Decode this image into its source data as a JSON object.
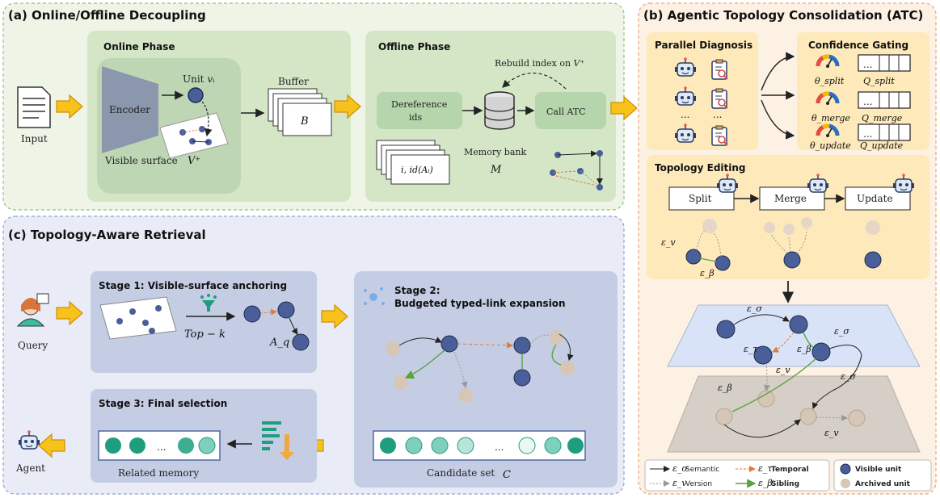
{
  "panel_a": {
    "title": "(a) Online/Offline Decoupling",
    "input_label": "Input",
    "online_title": "Online Phase",
    "encoder": "Encoder",
    "unit_label": "Unit 𝑣ᵢ",
    "visible_surface": "Visible surface",
    "visible_surface_sym": "V⁺",
    "buffer_label": "Buffer",
    "buffer_sym": "B",
    "offline_title": "Offline Phase",
    "rebuild": "Rebuild index on 𝑉⁺",
    "deref": "Dereference ids",
    "deref_line1": "Dereference",
    "deref_line2": "ids",
    "memory_bank": "Memory bank",
    "memory_sym": "M",
    "call_atc": "Call ATC",
    "pair_label": "𝑖, id(𝐴ᵢ)"
  },
  "panel_b": {
    "title": "(b) Agentic Topology Consolidation (ATC)",
    "diagnosis_title": "Parallel Diagnosis",
    "ellipsis": "...",
    "gating_title": "Confidence Gating",
    "thresholds": [
      "θ_split",
      "θ_merge",
      "θ_update"
    ],
    "queues": [
      "Q_split",
      "Q_merge",
      "Q_update"
    ],
    "editing_title": "Topology Editing",
    "ops": [
      "Split",
      "Merge",
      "Update"
    ],
    "eps_v": "ε_v",
    "eps_b": "ε_β",
    "graph_labels": [
      "ε_σ",
      "ε_σ",
      "ε_τ",
      "ε_β",
      "ε_v",
      "ε_σ",
      "ε_β",
      "ε_v"
    ],
    "legend": {
      "semantic": "Semantic",
      "temporal": "Temporal",
      "version": "Version",
      "sibling": "Sibling",
      "sym_semantic": "ε_σ",
      "sym_temporal": "ε_τ",
      "sym_version": "ε_v",
      "sym_sibling": "ε_β",
      "visible": "Visible unit",
      "archived": "Archived unit"
    }
  },
  "panel_c": {
    "title": "(c) Topology-Aware Retrieval",
    "query_label": "Query",
    "stage1": "Stage 1: Visible-surface anchoring",
    "topk": "Top − k",
    "aq": "A_q",
    "stage2_line1": "Stage 2:",
    "stage2_line2": "Budgeted typed-link expansion",
    "candidate_label": "Candidate set",
    "candidate_sym": "C",
    "stage3": "Stage 3: Final selection",
    "related": "Related memory",
    "agent_label": "Agent",
    "ellipsis": "..."
  },
  "colors": {
    "panel_a_bg": "#eef5e6",
    "panel_b_bg": "#fdf1e4",
    "panel_c_bg": "#e9ecf6",
    "visible_unit": "#4a5f9a",
    "archived_unit": "#d6c6b6",
    "arrow_gold": "#f2b203",
    "temporal": "#e07b39",
    "sibling": "#5aa13f",
    "teal": "#1e9e7e"
  }
}
